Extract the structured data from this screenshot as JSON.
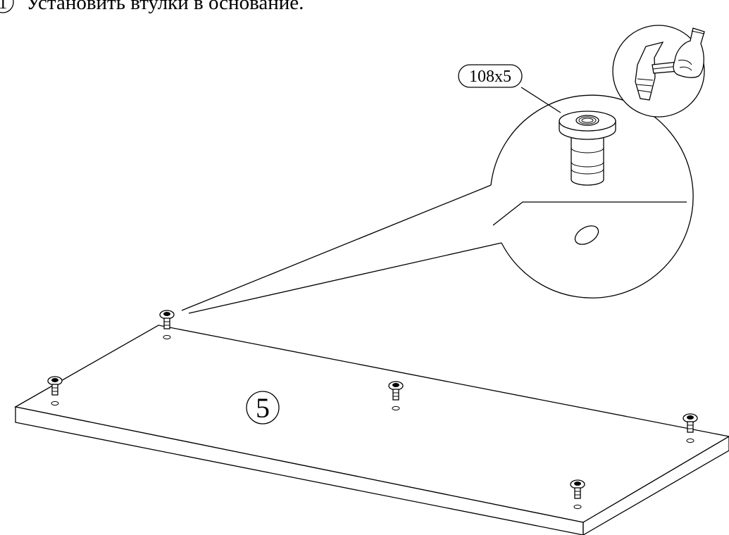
{
  "step": {
    "number": "1",
    "instruction": "Установить втулки в основание."
  },
  "part": {
    "number": "5"
  },
  "fitting": {
    "label": "108x5"
  },
  "tool": {
    "icon": "hammer-icon"
  },
  "colors": {
    "line": "#000000",
    "background": "#ffffff"
  }
}
